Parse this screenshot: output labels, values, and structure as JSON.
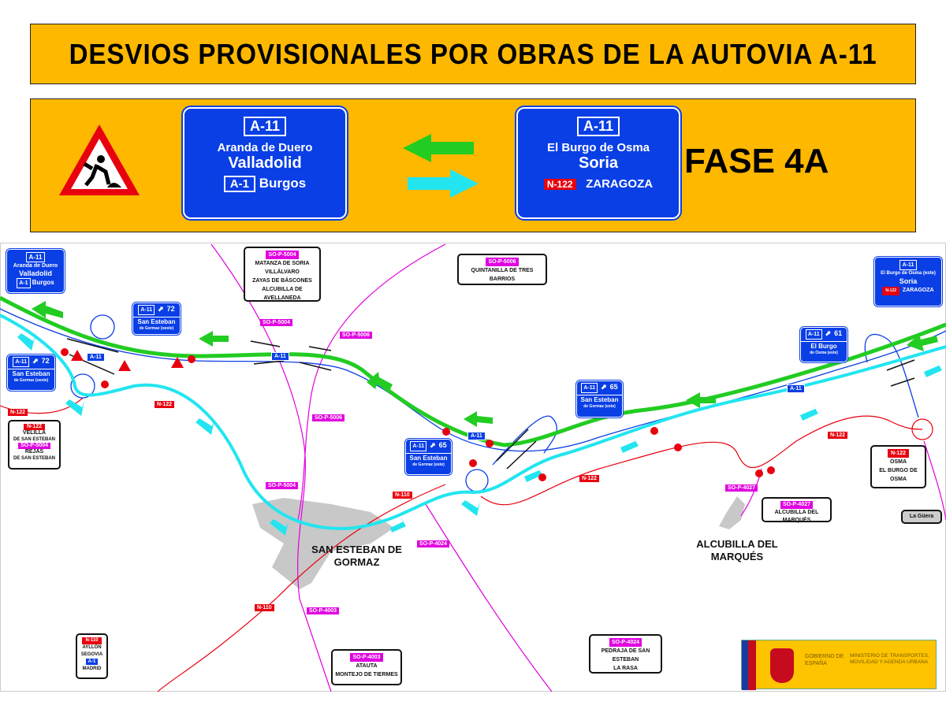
{
  "header": {
    "title": "DESVIOS PROVISIONALES POR OBRAS DE LA AUTOVIA A-11"
  },
  "legend": {
    "roadworks_icon": "roadworks-warning-icon",
    "left_sign": {
      "road": "A-11",
      "line1": "Aranda de Duero",
      "line2": "Valladolid",
      "sub_road": "A-1",
      "sub_dest": "Burgos"
    },
    "right_sign": {
      "road": "A-11",
      "line1": "El Burgo de Osma",
      "line2": "Soria",
      "sub_road": "N-122",
      "sub_dest": "ZARAGOZA"
    },
    "arrow_west_color": "#22cc22",
    "arrow_east_color": "#22e5f0",
    "phase": "FASE 4A"
  },
  "map": {
    "colors": {
      "a11_west_detour": "#22cc22",
      "a11_east_detour": "#22e5f0",
      "a11_original": "#0a3fe6",
      "national_road": "#e8000e",
      "provincial_road": "#e000e0",
      "town": "#c8c8c8"
    },
    "sign_west": {
      "road": "A-11",
      "line1": "Aranda de Duero",
      "line2": "Valladolid",
      "sub_road": "A-1",
      "sub_dest": "Burgos"
    },
    "sign_east": {
      "road": "A-11",
      "line1": "El Burgo de Osma (este)",
      "line2": "Soria",
      "sub_road": "N-122",
      "sub_dest": "ZARAGOZA"
    },
    "exits": [
      {
        "road": "A-11",
        "number": "72",
        "dest": "San Esteban",
        "sub": "de Gormaz (oeste)"
      },
      {
        "road": "A-11",
        "number": "72",
        "dest": "San Esteban",
        "sub": "de Gormaz (oeste)"
      },
      {
        "road": "A-11",
        "number": "65",
        "dest": "San Esteban",
        "sub": "de Gormaz (este)"
      },
      {
        "road": "A-11",
        "number": "65",
        "dest": "San Esteban",
        "sub": "de Gormaz (este)"
      },
      {
        "road": "A-11",
        "number": "61",
        "dest": "El Burgo",
        "sub": "de Osma (este)"
      }
    ],
    "dest_boxes": {
      "matanza": {
        "road": "SO-P-5004",
        "lines": [
          "MATANZA DE SORIA",
          "VILLÁLVARO",
          "ZAYAS DE BÁSCONES",
          "ALCUBILLA DE AVELLANEDA"
        ]
      },
      "quintanilla": {
        "road": "SO-P-5006",
        "lines": [
          "QUINTANILLA DE TRES BARRIOS"
        ]
      },
      "velilla": {
        "road1": "N-122",
        "line1": "VELILLA",
        "line1b": "DE SAN ESTEBAN",
        "road2": "SO-P-5004",
        "line2": "REJAS",
        "line2b": "DE SAN ESTEBAN"
      },
      "osma": {
        "road": "N-122",
        "lines": [
          "OSMA",
          "EL BURGO DE OSMA"
        ]
      },
      "alcubilla": {
        "road": "SO-P-4027",
        "lines": [
          "ALCUBILLA DEL MARQUÉS"
        ]
      },
      "la_guera": {
        "lines": [
          "La Güera"
        ]
      },
      "segovia": {
        "road": "N-110",
        "line1": "AYLLÓN",
        "line2": "SEGOVIA",
        "sub_road": "A-1",
        "sub_dest": "MADRID"
      },
      "atauta": {
        "road": "SO-P-4003",
        "lines": [
          "ATAUTA",
          "MONTEJO DE TIERMES"
        ]
      },
      "pedraja": {
        "road": "SO-P-4024",
        "lines": [
          "PEDRAJA DE SAN ESTEBAN",
          "LA RASA"
        ]
      }
    },
    "road_labels": {
      "a11": "A-11",
      "n122": "N-122",
      "n110": "N-110",
      "p5004": "SO-P-5004",
      "p5006": "SO-P-5006",
      "p4024": "SO-P-4024",
      "p4027": "SO-P-4027",
      "p4003": "SO-P-4003"
    },
    "towns": {
      "san_esteban_1": "SAN ESTEBAN DE",
      "san_esteban_2": "GORMAZ",
      "alcubilla": "ALCUBILLA DEL MARQUÉS"
    },
    "logo": {
      "left": "GOBIERNO DE ESPAÑA",
      "right": "MINISTERIO DE TRANSPORTES, MOVILIDAD Y AGENDA URBANA",
      "flag_red": "#c60b1e",
      "flag_yellow": "#ffc400"
    }
  }
}
